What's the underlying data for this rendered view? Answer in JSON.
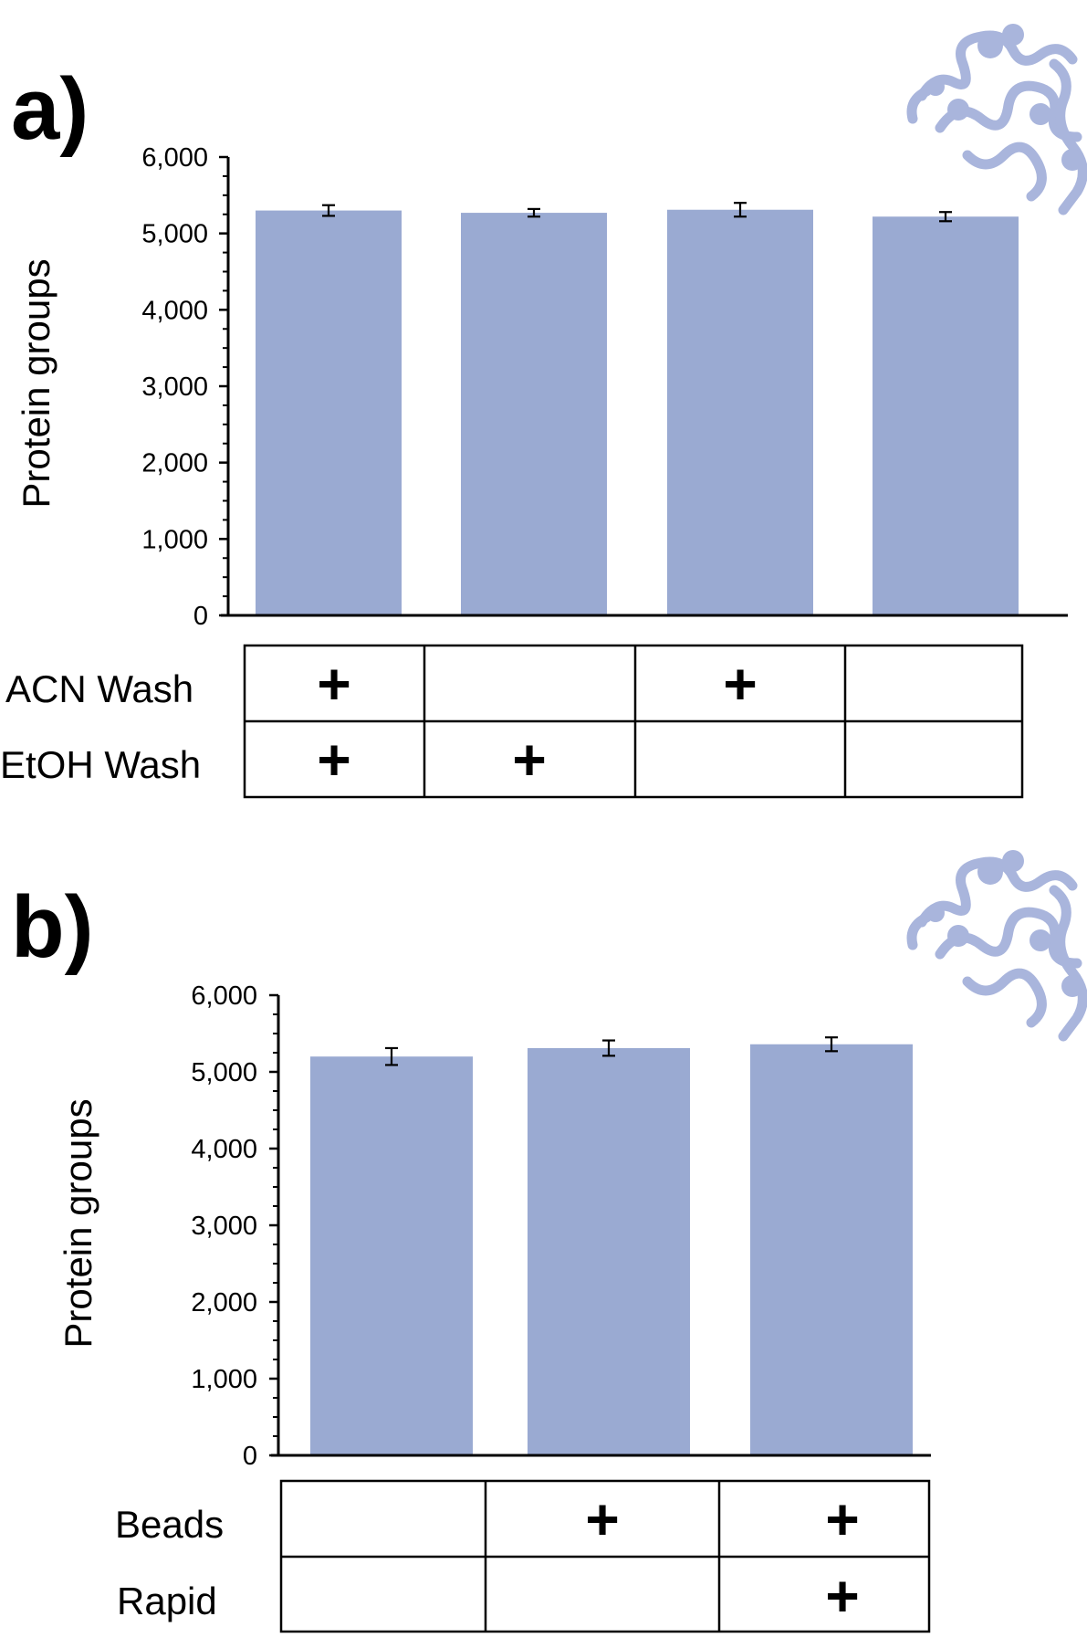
{
  "figure": {
    "panels": [
      {
        "letter": "a)",
        "ylabel": "Protein groups",
        "yticks": [
          "0",
          "1,000",
          "2,000",
          "3,000",
          "4,000",
          "5,000",
          "6,000"
        ],
        "rows": [
          {
            "label": "ACN Wash",
            "marks": [
              "+",
              "",
              "+",
              ""
            ]
          },
          {
            "label": "EtOH Wash",
            "marks": [
              "+",
              "+",
              "",
              ""
            ]
          }
        ]
      },
      {
        "letter": "b)",
        "ylabel": "Protein groups",
        "yticks": [
          "0",
          "1,000",
          "2,000",
          "3,000",
          "4,000",
          "5,000",
          "6,000"
        ],
        "rows": [
          {
            "label": "Beads",
            "marks": [
              "",
              "+",
              "+"
            ]
          },
          {
            "label": "Rapid",
            "marks": [
              "",
              "",
              "+"
            ]
          }
        ]
      }
    ]
  },
  "colors": {
    "bar": "#9aaad2",
    "protein_icon": "#a9b5dc",
    "axis": "#000000"
  },
  "icons": [
    "protein-structure-icon",
    "protein-structure-icon"
  ],
  "chart_data": [
    {
      "type": "bar",
      "ylabel": "Protein groups",
      "ylim": [
        0,
        6000
      ],
      "yticks": [
        0,
        1000,
        2000,
        3000,
        4000,
        5000,
        6000
      ],
      "values": [
        5300,
        5270,
        5310,
        5220
      ],
      "errors": [
        70,
        50,
        90,
        60
      ],
      "categories_table": {
        "ACN Wash": [
          true,
          false,
          true,
          false
        ],
        "EtOH Wash": [
          true,
          true,
          false,
          false
        ]
      },
      "grid": false,
      "legend": "none"
    },
    {
      "type": "bar",
      "ylabel": "Protein groups",
      "ylim": [
        0,
        6000
      ],
      "yticks": [
        0,
        1000,
        2000,
        3000,
        4000,
        5000,
        6000
      ],
      "values": [
        5200,
        5310,
        5360
      ],
      "errors": [
        110,
        100,
        90
      ],
      "categories_table": {
        "Beads": [
          false,
          true,
          true
        ],
        "Rapid": [
          false,
          false,
          true
        ]
      },
      "grid": false,
      "legend": "none"
    }
  ]
}
